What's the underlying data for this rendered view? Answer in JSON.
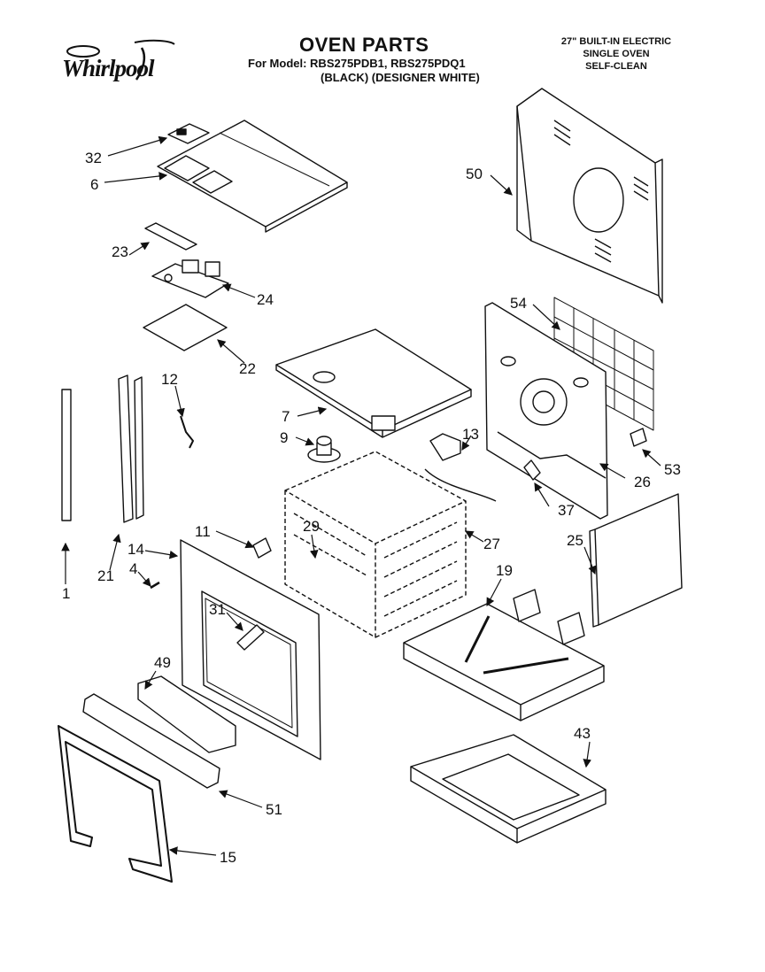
{
  "header": {
    "brand": "Whirlpool",
    "title": "OVEN PARTS",
    "model_line": "For Model: RBS275PDB1, RBS275PDQ1",
    "finish_line": "(BLACK) (DESIGNER WHITE)",
    "product_lines": [
      "27\" BUILT-IN ELECTRIC",
      "SINGLE OVEN",
      "SELF-CLEAN"
    ]
  },
  "callouts": [
    {
      "id": "c32",
      "label": "32"
    },
    {
      "id": "c6",
      "label": "6"
    },
    {
      "id": "c23",
      "label": "23"
    },
    {
      "id": "c24",
      "label": "24"
    },
    {
      "id": "c22",
      "label": "22"
    },
    {
      "id": "c12",
      "label": "12"
    },
    {
      "id": "c7",
      "label": "7"
    },
    {
      "id": "c9",
      "label": "9"
    },
    {
      "id": "c13",
      "label": "13"
    },
    {
      "id": "c50",
      "label": "50"
    },
    {
      "id": "c54",
      "label": "54"
    },
    {
      "id": "c53",
      "label": "53"
    },
    {
      "id": "c26",
      "label": "26"
    },
    {
      "id": "c37",
      "label": "37"
    },
    {
      "id": "c25",
      "label": "25"
    },
    {
      "id": "c27",
      "label": "27"
    },
    {
      "id": "c29",
      "label": "29"
    },
    {
      "id": "c11",
      "label": "11"
    },
    {
      "id": "c14",
      "label": "14"
    },
    {
      "id": "c4",
      "label": "4"
    },
    {
      "id": "c21",
      "label": "21"
    },
    {
      "id": "c1",
      "label": "1"
    },
    {
      "id": "c31",
      "label": "31"
    },
    {
      "id": "c19",
      "label": "19"
    },
    {
      "id": "c49",
      "label": "49"
    },
    {
      "id": "c43",
      "label": "43"
    },
    {
      "id": "c51",
      "label": "51"
    },
    {
      "id": "c15",
      "label": "15"
    }
  ]
}
